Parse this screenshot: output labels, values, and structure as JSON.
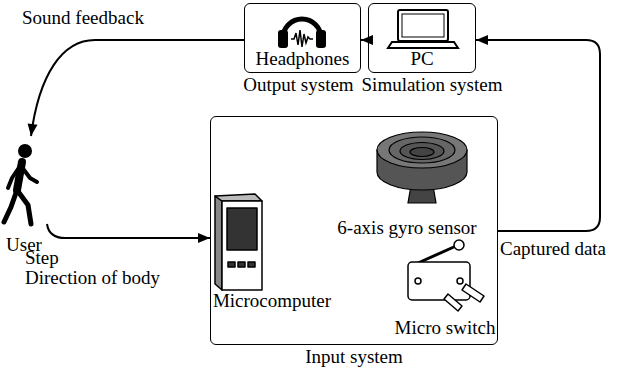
{
  "diagram": {
    "nodes": [
      {
        "text": [
          "Headphones",
          "Output system"
        ]
      },
      {
        "text": [
          "PC",
          "Simulation system"
        ]
      },
      {
        "text": [
          "User"
        ]
      },
      {
        "text": [
          "Input system"
        ]
      },
      {
        "text": [
          "6-axis gyro sensor"
        ],
        "in": 3
      },
      {
        "text": [
          "Microcomputer"
        ],
        "in": 3
      },
      {
        "text": [
          "Micro switch"
        ],
        "in": 3
      }
    ],
    "edges": [
      {
        "from": 1,
        "to": 0,
        "arrow": "to"
      },
      {
        "from": 3,
        "to": 1,
        "label": "Captured data",
        "arrow": "to"
      },
      {
        "from": 0,
        "to": 2,
        "label": "Sound feedback",
        "arrow": "to"
      },
      {
        "from": 2,
        "to": 3,
        "label": "Step",
        "arrow": "to"
      }
    ],
    "labels": [
      "Direction of body"
    ]
  }
}
